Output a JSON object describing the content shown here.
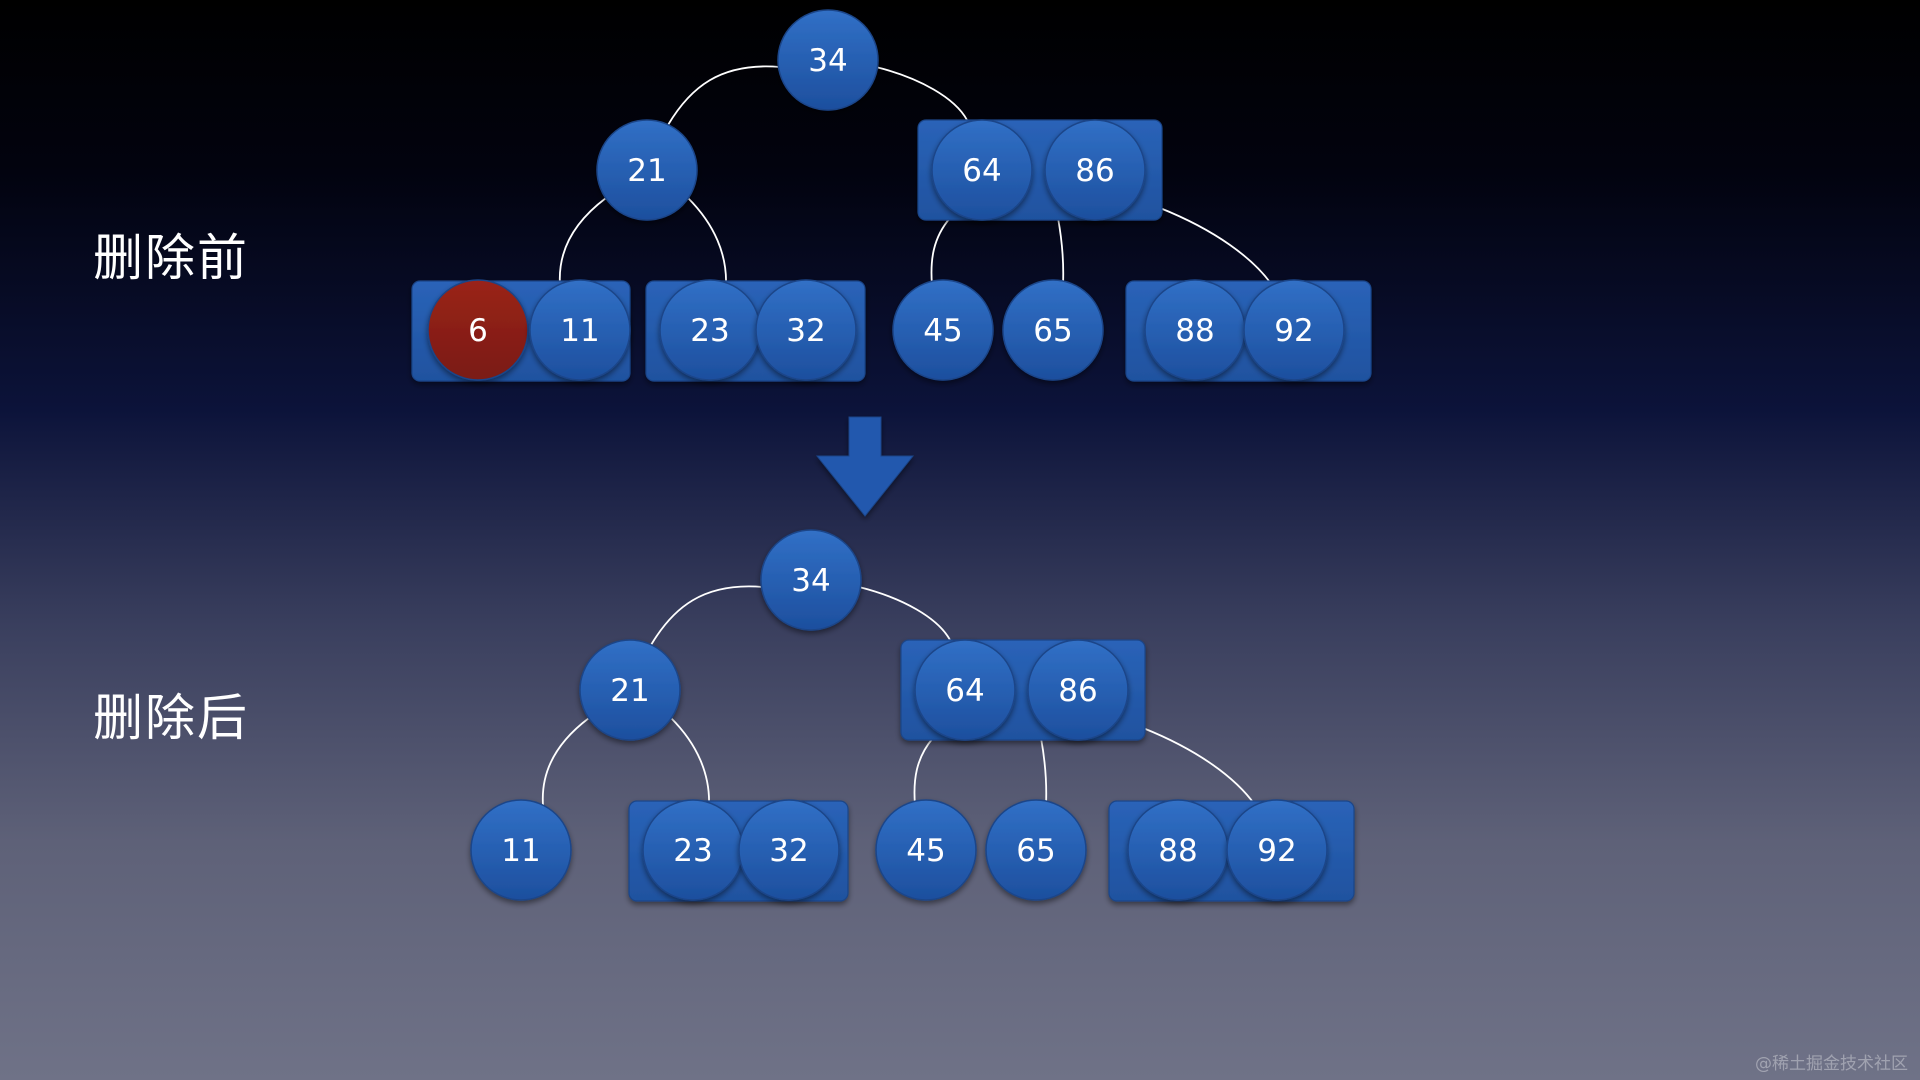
{
  "labels": {
    "before": "删除前",
    "after": "删除后"
  },
  "watermark": "@稀土掘金技术社区",
  "colors": {
    "node_fill": "#2a62b5",
    "node_fill_dark": "#1c4f9c",
    "box_fill": "#2459ad",
    "deleted_node": "#8b1f16",
    "edge": "#ffffff",
    "arrow": "#2358ae"
  },
  "diagram": {
    "description_operation": "delete",
    "before_tree": {
      "root": {
        "keys": [
          "34"
        ]
      },
      "level1": [
        {
          "keys": [
            "21"
          ]
        },
        {
          "keys": [
            "64",
            "86"
          ]
        }
      ],
      "level2": [
        {
          "keys": [
            "6",
            "11"
          ],
          "deleted_key": "6"
        },
        {
          "keys": [
            "23",
            "32"
          ]
        },
        {
          "keys": [
            "45"
          ]
        },
        {
          "keys": [
            "65"
          ]
        },
        {
          "keys": [
            "88",
            "92"
          ]
        }
      ]
    },
    "after_tree": {
      "root": {
        "keys": [
          "34"
        ]
      },
      "level1": [
        {
          "keys": [
            "21"
          ]
        },
        {
          "keys": [
            "64",
            "86"
          ]
        }
      ],
      "level2": [
        {
          "keys": [
            "11"
          ]
        },
        {
          "keys": [
            "23",
            "32"
          ]
        },
        {
          "keys": [
            "45"
          ]
        },
        {
          "keys": [
            "65"
          ]
        },
        {
          "keys": [
            "88",
            "92"
          ]
        }
      ]
    }
  }
}
